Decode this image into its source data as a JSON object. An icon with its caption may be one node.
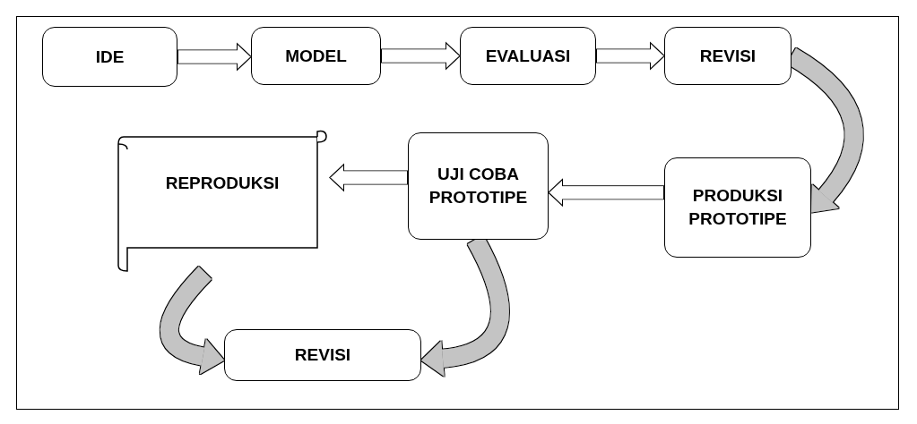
{
  "diagram": {
    "nodes": [
      {
        "text": [
          "IDE"
        ]
      },
      {
        "text": [
          "MODEL"
        ]
      },
      {
        "text": [
          "EVALUASI"
        ]
      },
      {
        "text": [
          "REVISI"
        ]
      },
      {
        "text": [
          "PRODUKSI PROTOTIPE"
        ]
      },
      {
        "text": [
          "UJI COBA PROTOTIPE"
        ]
      },
      {
        "text": [
          "REPRODUKSI"
        ]
      },
      {
        "text": [
          "REVISI"
        ]
      }
    ],
    "edges": [
      {
        "from": 0,
        "to": 1,
        "arrow": "to"
      },
      {
        "from": 1,
        "to": 2,
        "arrow": "to"
      },
      {
        "from": 2,
        "to": 3,
        "arrow": "to"
      },
      {
        "from": 3,
        "to": 4,
        "arrow": "to",
        "color": "#c4c4c4"
      },
      {
        "from": 4,
        "to": 5,
        "arrow": "to"
      },
      {
        "from": 5,
        "to": 6,
        "arrow": "to"
      },
      {
        "from": 5,
        "to": 7,
        "arrow": "to",
        "color": "#c4c4c4"
      },
      {
        "from": 6,
        "to": 7,
        "arrow": "to",
        "color": "#c4c4c4"
      }
    ]
  }
}
